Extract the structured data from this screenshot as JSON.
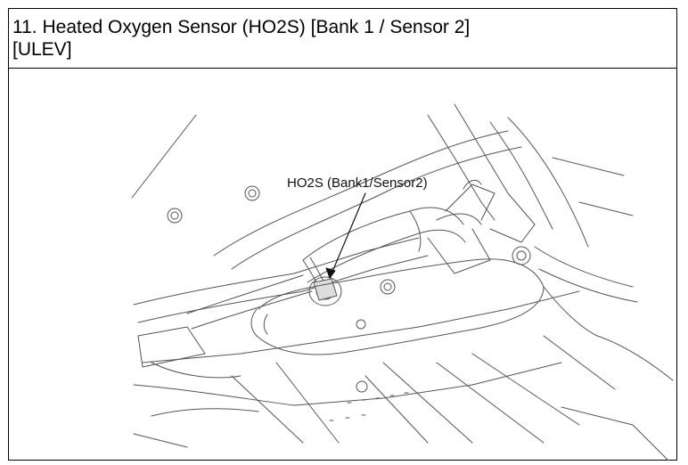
{
  "header": {
    "title_line1": "11. Heated Oxygen Sensor (HO2S) [Bank 1 / Sensor 2]",
    "title_line2": "[ULEV]"
  },
  "figure": {
    "callout_label": "HO2S (Bank1/Sensor2)",
    "line_color": "#555555"
  }
}
